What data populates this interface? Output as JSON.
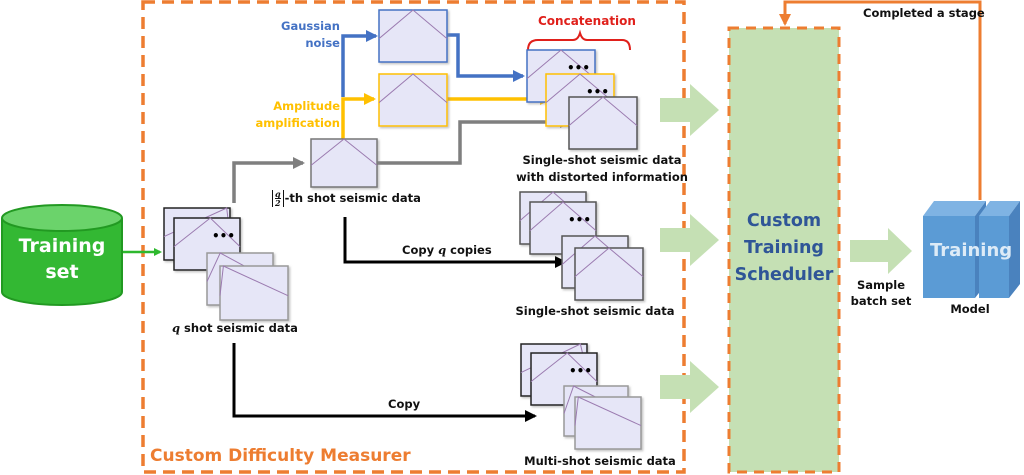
{
  "training_set": {
    "label_line1": "Training",
    "label_line2": "set"
  },
  "difficulty_measurer": {
    "title": "Custom Difficulty Measurer"
  },
  "q_shot": {
    "label_var": "q",
    "label_rest": " shot seismic data"
  },
  "middle_shot": {
    "frac_num": "q",
    "frac_den": "2",
    "label_rest": "-th shot seismic data"
  },
  "branches": {
    "gaussian": {
      "line1": "Gaussian",
      "line2": "noise"
    },
    "amplitude": {
      "line1": "Amplitude",
      "line2": "amplification"
    },
    "concatenation": "Concatenation"
  },
  "outputs": {
    "distorted": {
      "line1": "Single-shot seismic data",
      "line2": "with distorted information"
    },
    "copy_q": {
      "prefix": "Copy ",
      "var": "q",
      "suffix": " copies"
    },
    "single_shot": "Single-shot seismic data",
    "copy": "Copy",
    "multi_shot": "Multi-shot seismic data",
    "ellipsis": "•••"
  },
  "scheduler": {
    "line1": "Custom",
    "line2": "Training",
    "line3": "Scheduler"
  },
  "sample_batch": {
    "line1": "Sample",
    "line2": "batch set"
  },
  "model": {
    "block_label": "Training",
    "caption": "Model"
  },
  "feedback": {
    "label": "Completed a stage"
  },
  "colors": {
    "orange": "#ED7D31",
    "green_db": "#2EB82E",
    "blue": "#4472C4",
    "yellow": "#FFC000",
    "gray": "#7F7F7F",
    "red": "#E0201B",
    "light_green": "#C5E0B4",
    "panel": "#E6E6F7",
    "model_blue": "#5B9BD5",
    "scheduler_text": "#2F5597"
  }
}
